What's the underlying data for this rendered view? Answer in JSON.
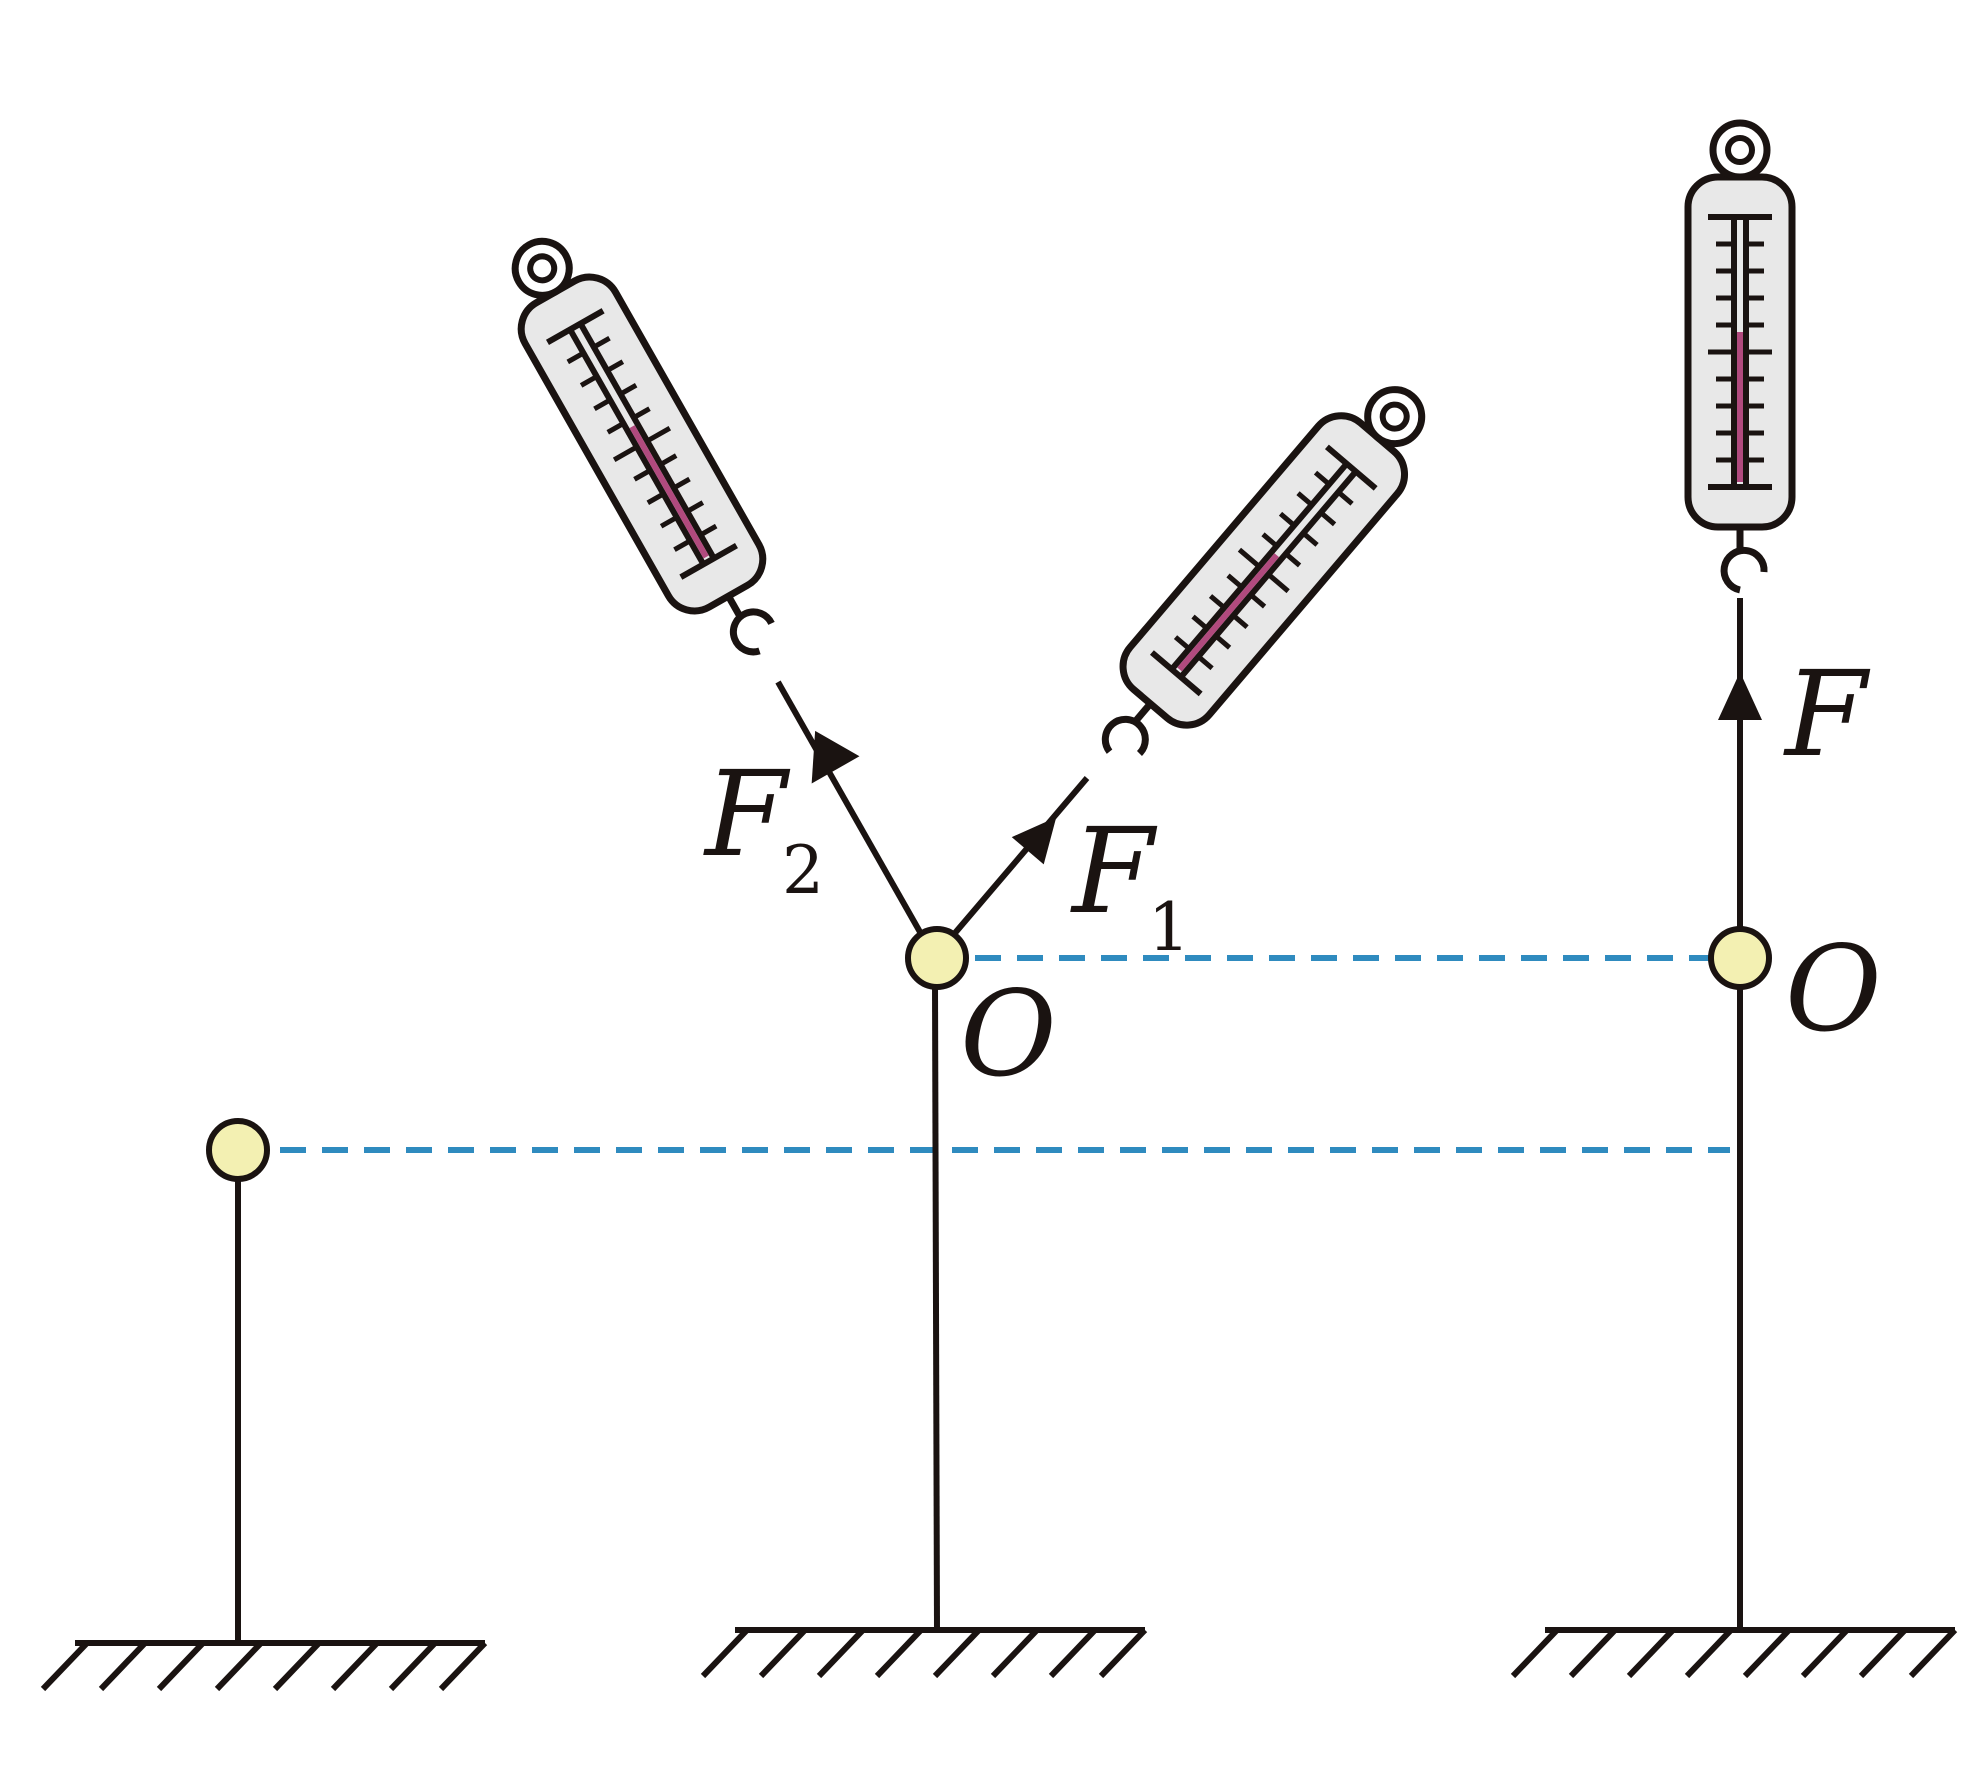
{
  "labels": {
    "f1": "F",
    "f1_sub": "1",
    "f2": "F",
    "f2_sub": "2",
    "f": "F",
    "o_left": "O",
    "o_right": "O"
  },
  "colors": {
    "ink": "#1a1311",
    "knot_fill": "#f3f0b2",
    "dashed": "#2f8bbf",
    "scale_body": "#e8e8e8",
    "spring_indicator": "#b14a7e"
  },
  "icons": {
    "spring_scale": "spring-scale-icon",
    "ground": "hatched-ground-icon",
    "knot": "knot-circle-icon"
  }
}
